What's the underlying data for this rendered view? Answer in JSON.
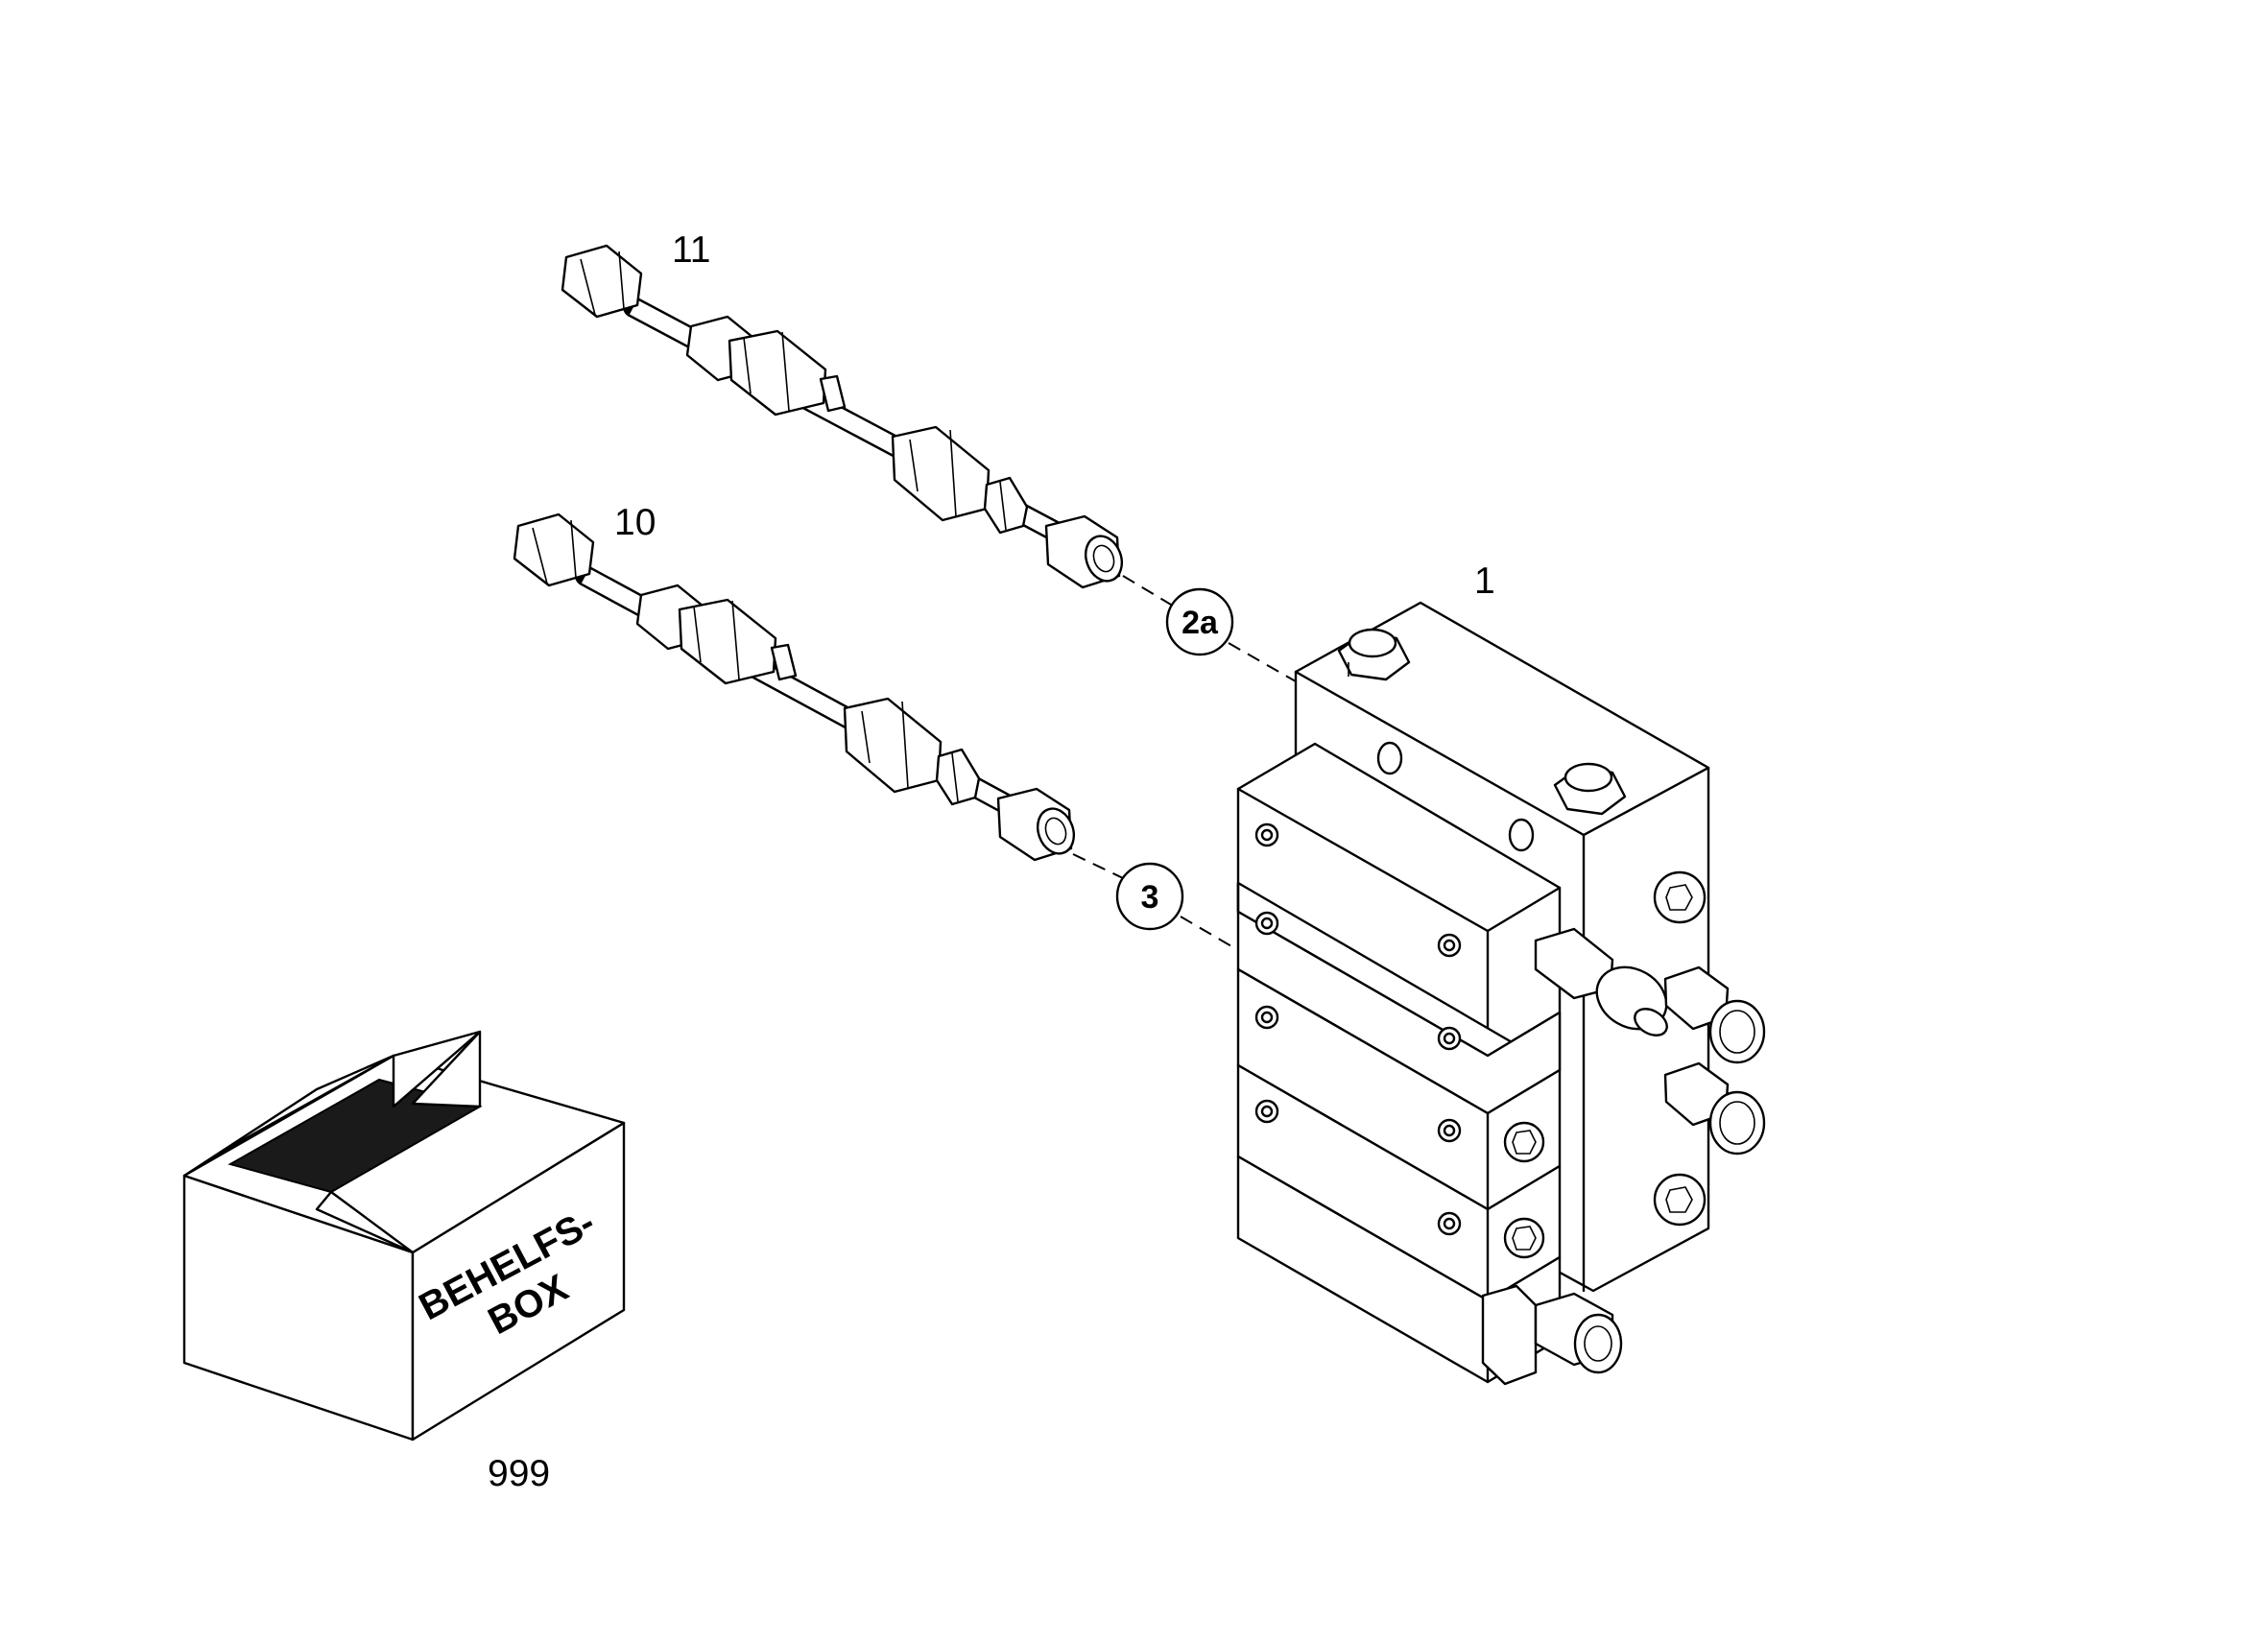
{
  "drawing": {
    "parts": {
      "fitting_upper": {
        "number": "11"
      },
      "fitting_lower": {
        "number": "10"
      },
      "distributor_block": {
        "number": "1"
      },
      "aux_box": {
        "number": "999",
        "box_label_line1": "BEHELFS-",
        "box_label_line2": "BOX"
      }
    },
    "callouts": {
      "upper": "2a",
      "lower": "3"
    }
  }
}
